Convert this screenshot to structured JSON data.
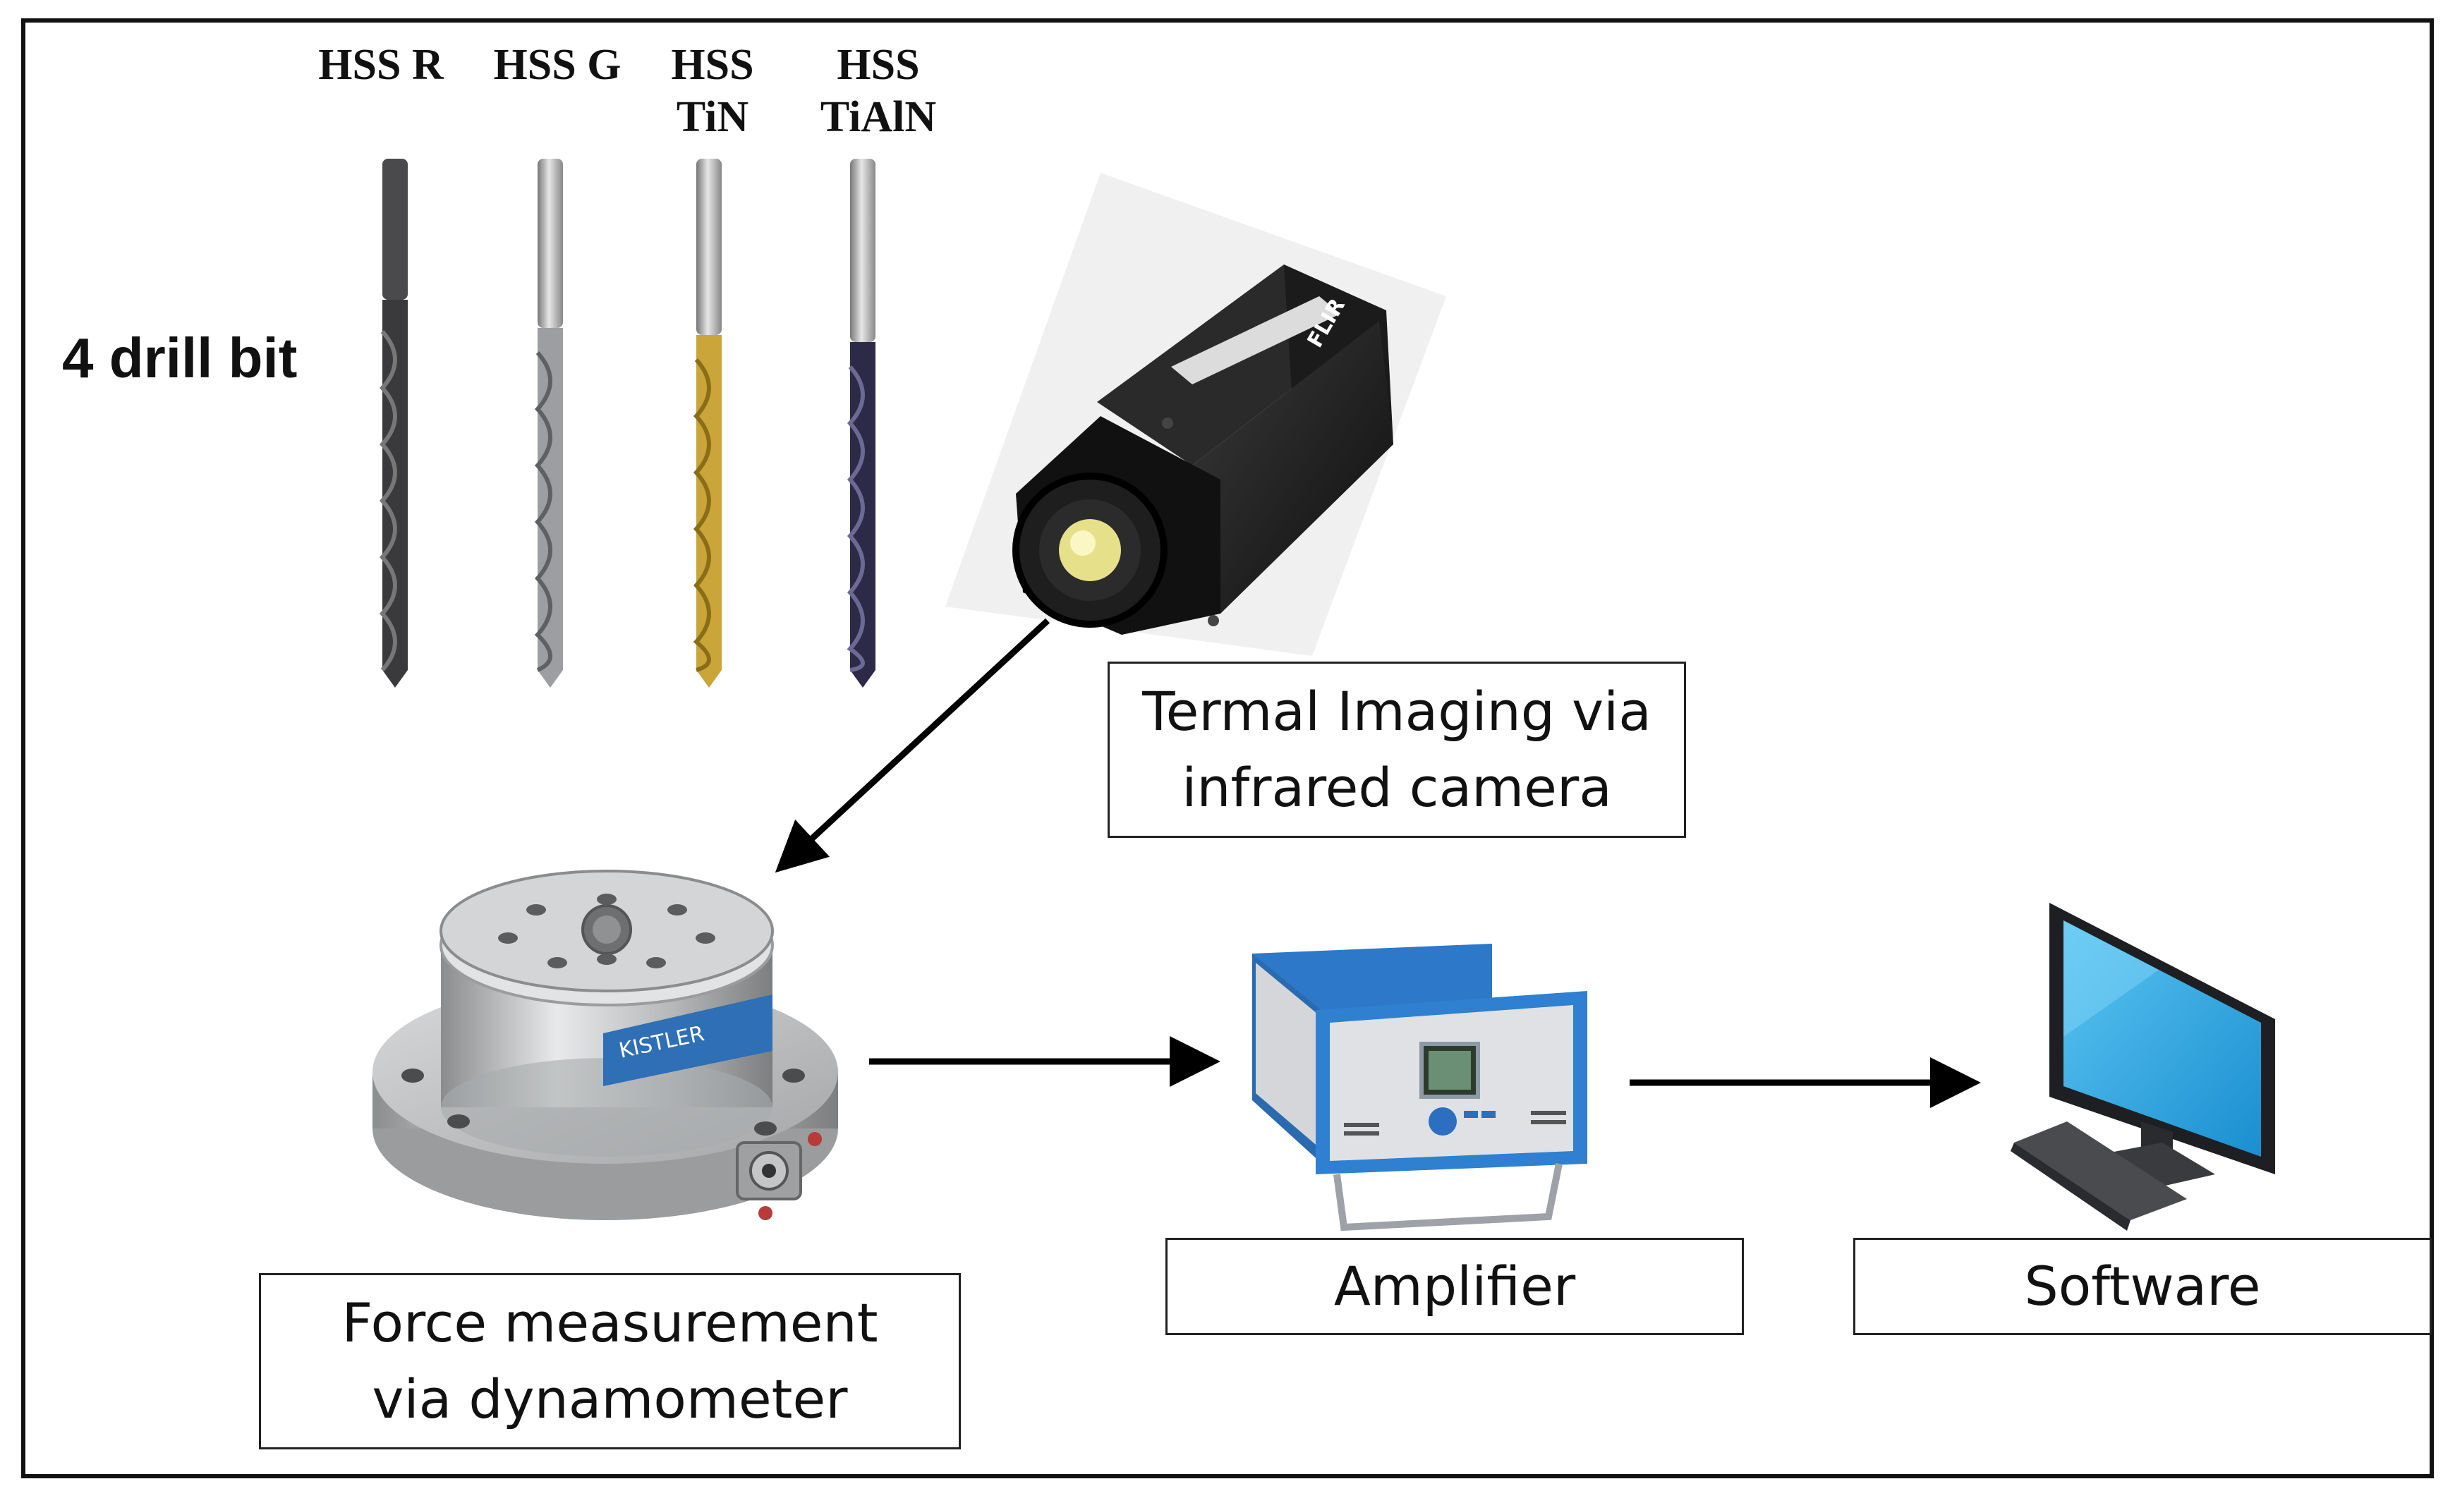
{
  "drill_bits": {
    "side_label": "4 drill bit",
    "items": [
      {
        "label": "HSS R",
        "color": "#3a3a3c"
      },
      {
        "label": "HSS G",
        "color": "#9c9ea2"
      },
      {
        "label": "HSS\nTiN",
        "color": "#c9a53a"
      },
      {
        "label": "HSS\nTiAlN",
        "color": "#2c2a46"
      }
    ]
  },
  "camera": {
    "brand": "FLIR",
    "caption": "Termal Imaging via\ninfrared camera"
  },
  "dynamometer": {
    "brand": "KISTLER",
    "caption": "Force measurement\nvia dynamometer"
  },
  "amplifier": {
    "caption": "Amplifier"
  },
  "software": {
    "caption": "Software"
  }
}
